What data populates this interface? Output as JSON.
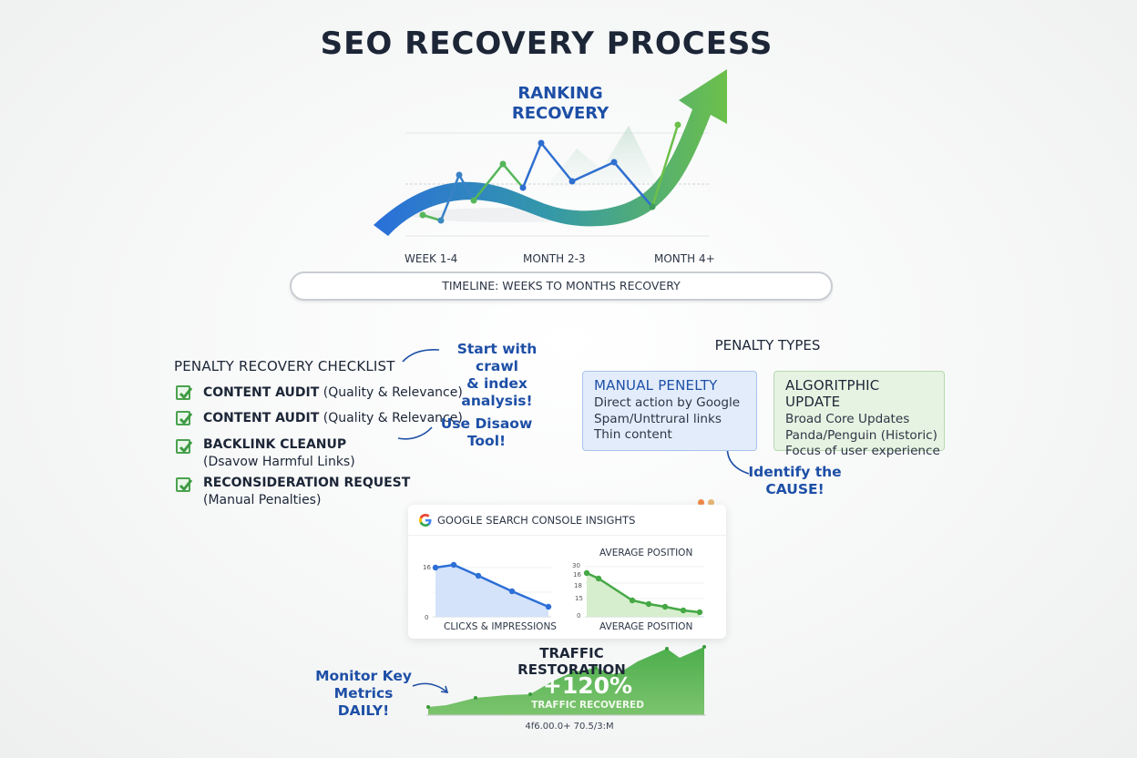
{
  "title": "SEO RECOVERY PROCESS",
  "ranking_chart": {
    "title_line1": "RANKING",
    "title_line2": "RECOVERY",
    "x_labels": [
      "WEEK 1-4",
      "MONTH 2-3",
      "MONTH 4+"
    ],
    "timeline": "TIMELINE: WEEKS TO MONTHS RECOVERY",
    "colors": {
      "arrow_start": "#2a6fdb",
      "arrow_end": "#6cc04a",
      "blue_line": "#2f6fd0",
      "green_line": "#56b65a"
    }
  },
  "checklist": {
    "title": "PENALTY RECOVERY CHECKLIST",
    "items": [
      {
        "bold": "CONTENT AUDIT",
        "detail": "(Quality & Relevance)",
        "checked": true
      },
      {
        "bold": "CONTENT AUDIT",
        "detail": "(Quality & Relevance)",
        "checked": true
      },
      {
        "bold": "BACKLINK CLEANUP",
        "detail": "(Dsavow Harmful Links)",
        "checked": true
      },
      {
        "bold": "RECONSIDERATION REQUEST",
        "detail": "(Manual Penalties)",
        "checked": true
      }
    ]
  },
  "notes": {
    "crawl": [
      "Start with crawl",
      "& index",
      "analysis!"
    ],
    "disavow": [
      "Use Disaow",
      "Tool!"
    ],
    "identify": [
      "Identify the",
      "CAUSE!"
    ],
    "monitor": [
      "Monitor Key",
      "Metrics",
      "DAILY!"
    ]
  },
  "penalty_types": {
    "title": "PENALTY TYPES",
    "manual": {
      "heading": "MANUAL PENELTY",
      "lines": [
        "Direct action by Google",
        "Spam/Unttrural links",
        "Thin content"
      ]
    },
    "algorithmic": {
      "heading": "ALGORITPHIC UPDATE",
      "lines": [
        "Broad Core Updates",
        "Panda/Penguin (Historic)",
        "Focus of user experience"
      ]
    }
  },
  "search_console": {
    "title": "GOOGLE SEARCH CONSOLE INSIGHTS",
    "left_chart": {
      "label": "CLICXS & IMPRESSIONS",
      "y_top": "16",
      "y_bottom": "0"
    },
    "right_chart": {
      "title": "AVERAGE POSITION",
      "label": "AVERAGE POSITION",
      "y_ticks": [
        "30",
        "16",
        "18",
        "15",
        "0"
      ]
    }
  },
  "traffic": {
    "title": "TRAFFIC RESTORATION",
    "percent": "+120%",
    "caption": "TRAFFIC RECOVERED",
    "axis": "4f6.00.0+ 70.5/3:M"
  },
  "chart_data": [
    {
      "type": "line",
      "title": "RANKING RECOVERY",
      "categories": [
        "WEEK 1-4",
        "MONTH 2-3",
        "MONTH 4+"
      ],
      "series": [
        {
          "name": "blue",
          "values": [
            2,
            6,
            3,
            8,
            4.5,
            5.5
          ]
        },
        {
          "name": "green",
          "values": [
            2.5,
            4,
            5.5,
            3.5,
            1.5,
            9
          ]
        }
      ]
    },
    {
      "type": "area",
      "title": "CLICXS & IMPRESSIONS",
      "x": [
        1,
        2,
        3,
        4,
        5
      ],
      "values": [
        16,
        16.5,
        14,
        9,
        3
      ],
      "ylim": [
        0,
        16
      ]
    },
    {
      "type": "area",
      "title": "AVERAGE POSITION",
      "x": [
        1,
        2,
        3,
        4,
        5,
        6,
        7
      ],
      "values": [
        28,
        25,
        12,
        10,
        8,
        5,
        3
      ],
      "ylim": [
        0,
        30
      ]
    },
    {
      "type": "area",
      "title": "TRAFFIC RESTORATION",
      "x": [
        1,
        2,
        3,
        4,
        5,
        6,
        7,
        8,
        9,
        10,
        11,
        12,
        13,
        14,
        15,
        16,
        17,
        18,
        19,
        20
      ],
      "values": [
        10,
        12,
        15,
        18,
        20,
        21,
        22,
        30,
        40,
        48,
        52,
        54,
        50,
        56,
        60,
        66,
        74,
        68,
        72,
        78
      ],
      "annotation": "+120% TRAFFIC RECOVERED"
    }
  ]
}
